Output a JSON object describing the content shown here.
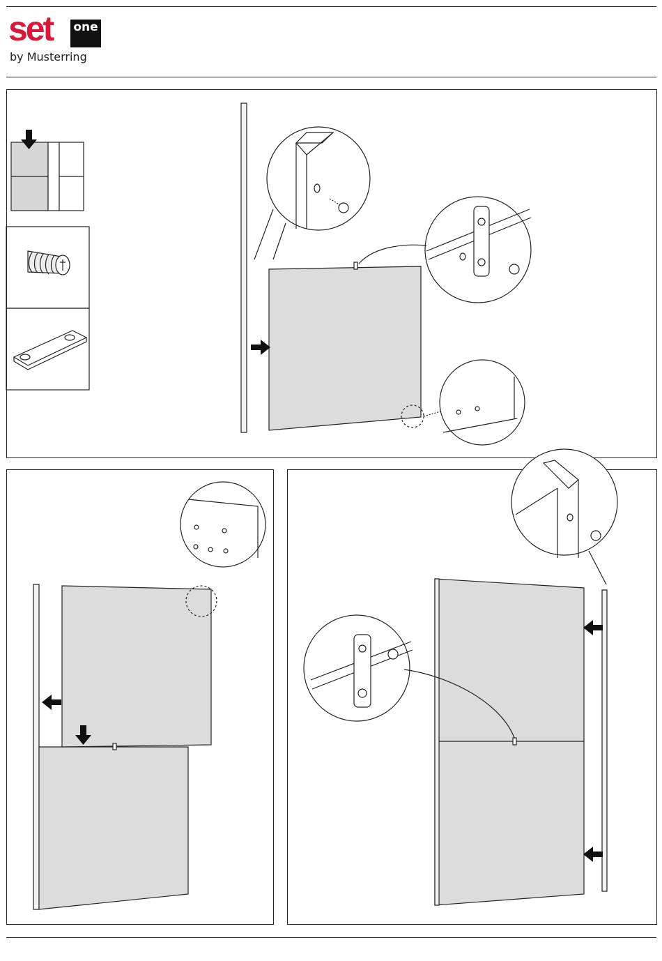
{
  "logo": {
    "brand": "set",
    "badge": "one",
    "tagline": "by Musterring",
    "brand_color": "#d9183b"
  },
  "colors": {
    "panel_fill": "#dcdcdc",
    "line": "#222222"
  }
}
